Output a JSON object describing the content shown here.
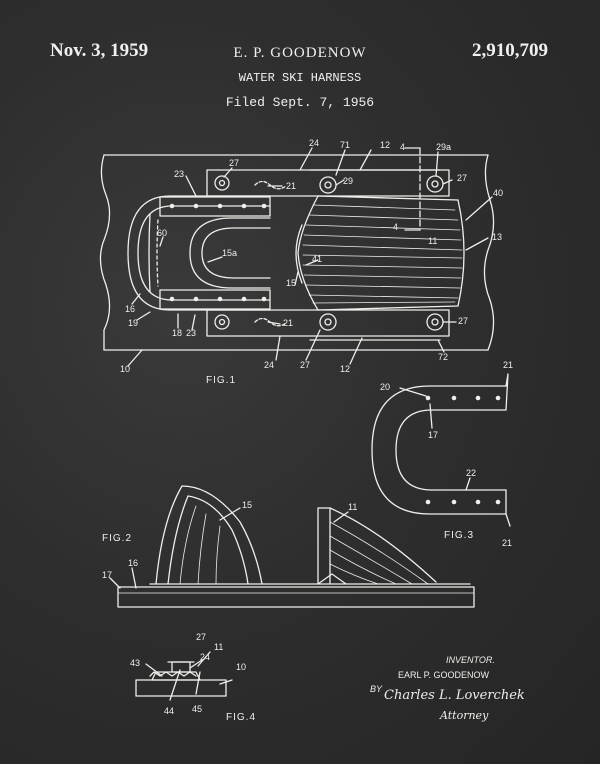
{
  "header": {
    "date": "Nov. 3, 1959",
    "inventor": "E. P. GOODENOW",
    "patent_number": "2,910,709",
    "title": "WATER SKI HARNESS",
    "filed": "Filed Sept. 7, 1956"
  },
  "figures": {
    "fig1": "FIG.1",
    "fig2": "FIG.2",
    "fig3": "FIG.3",
    "fig4": "FIG.4"
  },
  "fig1_labels": {
    "n27a": "27",
    "n24": "24",
    "n71": "71",
    "n12a": "12",
    "n4a": "4",
    "n29a_": "29a",
    "n23a": "23",
    "n21a": "21",
    "n29": "29",
    "n27b": "27",
    "n40": "40",
    "n60": "60",
    "n4b": "4",
    "n11": "11",
    "n13": "13",
    "n15a": "15a",
    "n41": "41",
    "n16": "16",
    "n15": "15",
    "n19": "19",
    "n18": "18",
    "n23b": "23",
    "n21b": "21",
    "n27c": "27",
    "n24b": "24",
    "n27d": "27",
    "n12b": "12",
    "n72": "72",
    "n10": "10"
  },
  "fig3_labels": {
    "n21a": "21",
    "n20": "20",
    "n17": "17",
    "n22": "22",
    "n21b": "21"
  },
  "fig2_labels": {
    "n15": "15",
    "n11": "11",
    "n16": "16",
    "n17": "17"
  },
  "fig4_labels": {
    "n27": "27",
    "n11": "11",
    "n24": "24",
    "n43": "43",
    "n10": "10",
    "n44": "44",
    "n45": "45"
  },
  "signature": {
    "inventor_label": "INVENTOR.",
    "inventor_name": "EARL P. GOODENOW",
    "by": "BY",
    "attorney_name": "Charles L. Loverchek",
    "attorney_title": "Attorney"
  },
  "colors": {
    "background": "#2e2e2e",
    "line": "#eeeeea"
  }
}
